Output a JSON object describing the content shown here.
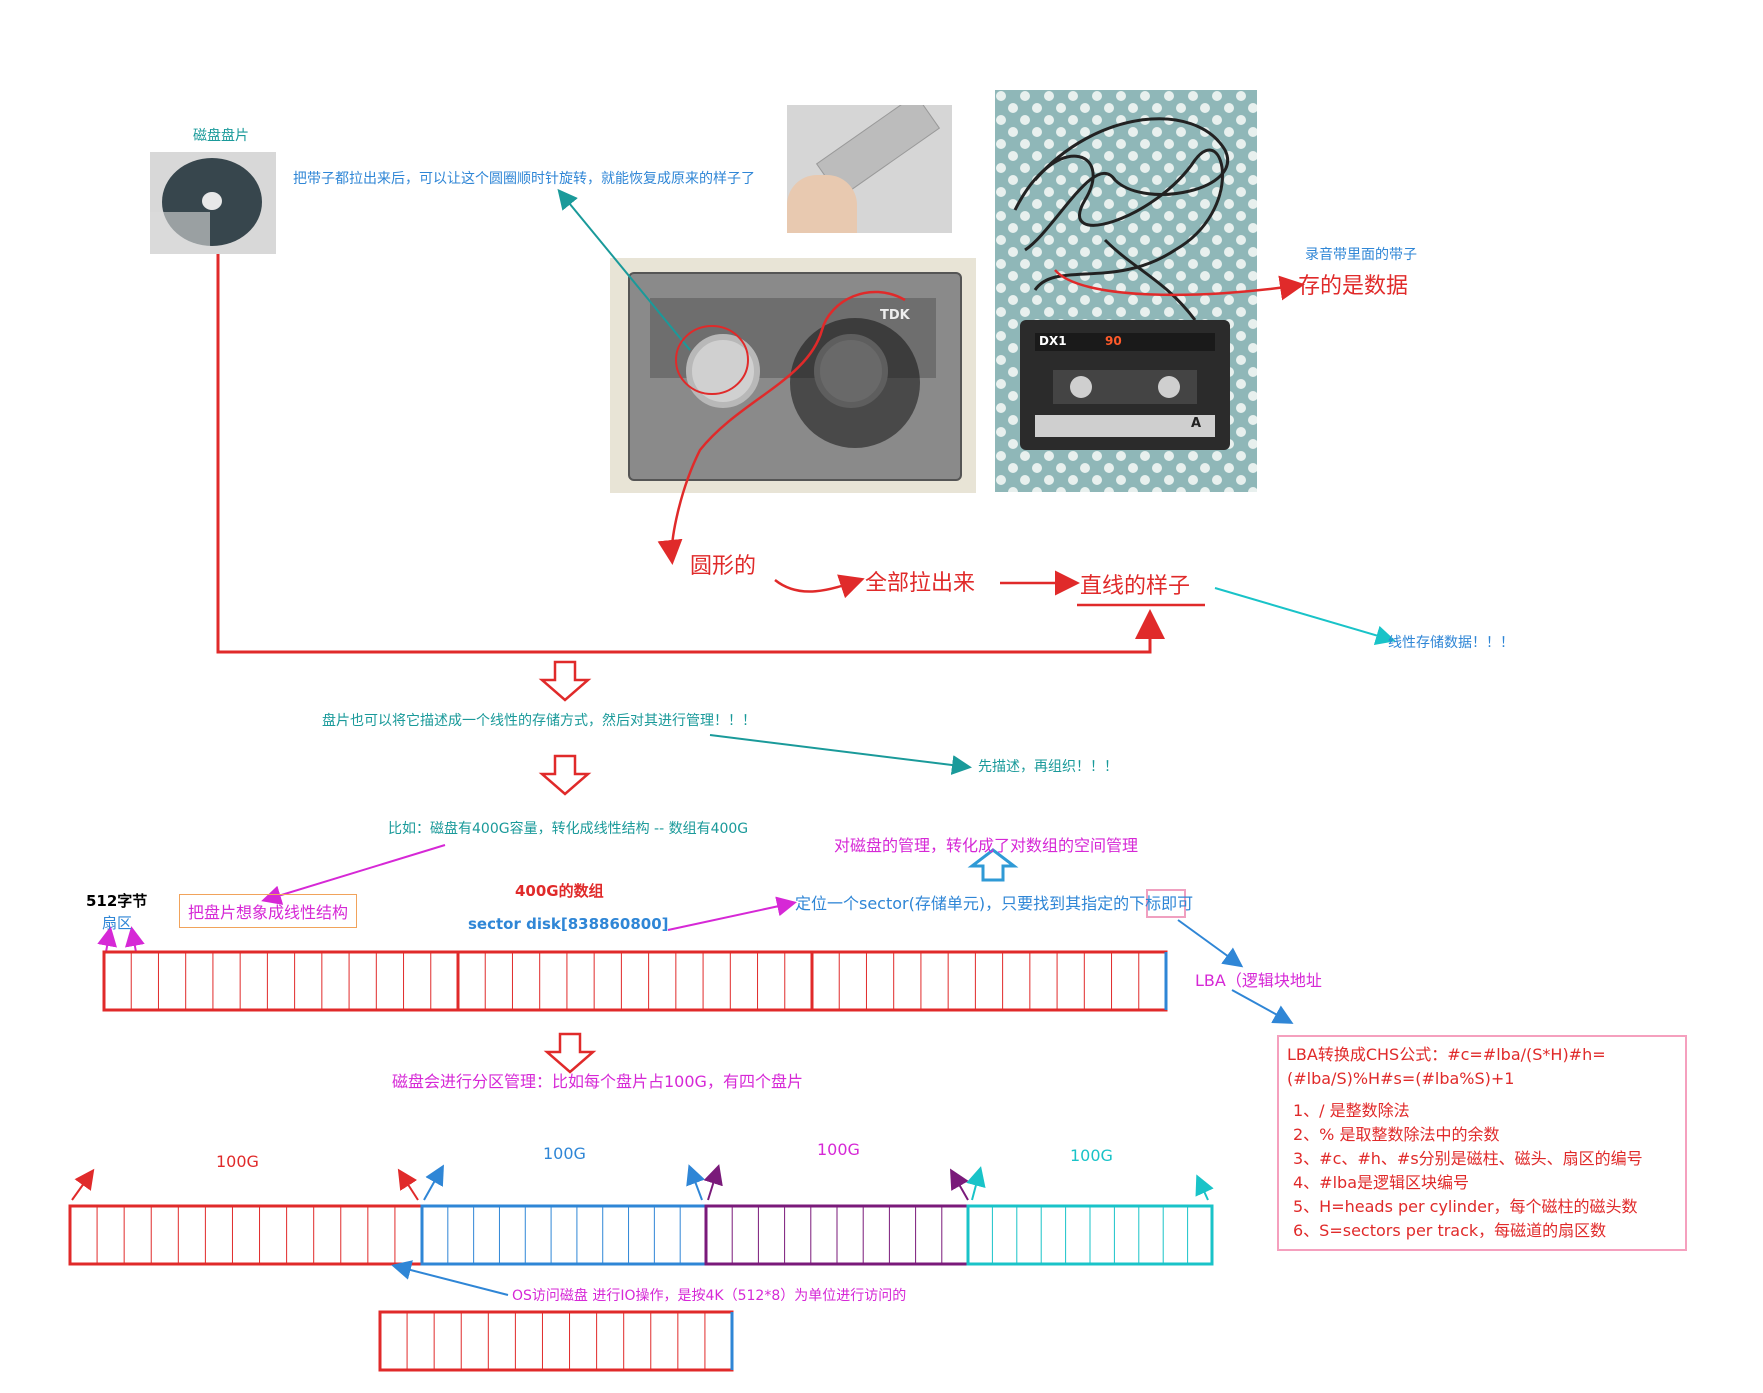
{
  "labels": {
    "disk_platter": "磁盘盘片",
    "pull_out_note": "把带子都拉出来后，可以让这个圆圈顺时针旋转，就能恢复成原来的样子了",
    "tape_inside": "录音带里面的带子",
    "stores_data": "存的是数据",
    "circular": "圆形的",
    "pull_all_out": "全部拉出来",
    "straight": "直线的样子",
    "linear_storage": "线性存储数据！！！",
    "platter_linear": "盘片也可以将它描述成一个线性的存储方式，然后对其进行管理！！！",
    "describe_organize": "先描述，再组织！！！",
    "example_400g": "比如：磁盘有400G容量，转化成线性结构 -- 数组有400G",
    "disk_mgmt_array": "对磁盘的管理，转化成了对数组的空间管理",
    "sector_512": "512字节",
    "sector_cn": "扇区",
    "imagine_linear": "把盘片想象成线性结构",
    "array_400g": "400G的数组",
    "sector_disk": "sector disk[838860800]",
    "locate_sector": "定位一个sector(存储单元)，只要找到其指定的下标即可",
    "lba": "LBA（逻辑块地址",
    "partition_mgmt": "磁盘会进行分区管理：比如每个盘片占100G，有四个盘片",
    "p1": "100G",
    "p2": "100G",
    "p3": "100G",
    "p4": "100G",
    "os_access": "OS访问磁盘 进行IO操作，是按4K（512*8）为单位进行访问的"
  },
  "formula": {
    "title": "LBA转换成CHS公式：#c=#lba/(S*H)#h=(#lba/S)%H#s=(#lba%S)+1",
    "items": [
      "1、/ 是整数除法",
      "2、% 是取整数除法中的余数",
      "3、#c、#h、#s分别是磁柱、磁头、扇区的编号",
      "4、#lba是逻辑区块编号",
      "5、H=heads per cylinder，每个磁柱的磁头数",
      "6、S=sectors per track，每磁道的扇区数"
    ]
  },
  "cassette": {
    "brand": "TDK",
    "tape_model": "DX1",
    "tape_type": "90",
    "side": "A"
  },
  "colors": {
    "red": "#e02a2a",
    "blue": "#2f86d6",
    "purple": "#7a1a7a",
    "cyan": "#19c3c8",
    "magenta": "#d628d6",
    "teal": "#1a9a9a"
  }
}
